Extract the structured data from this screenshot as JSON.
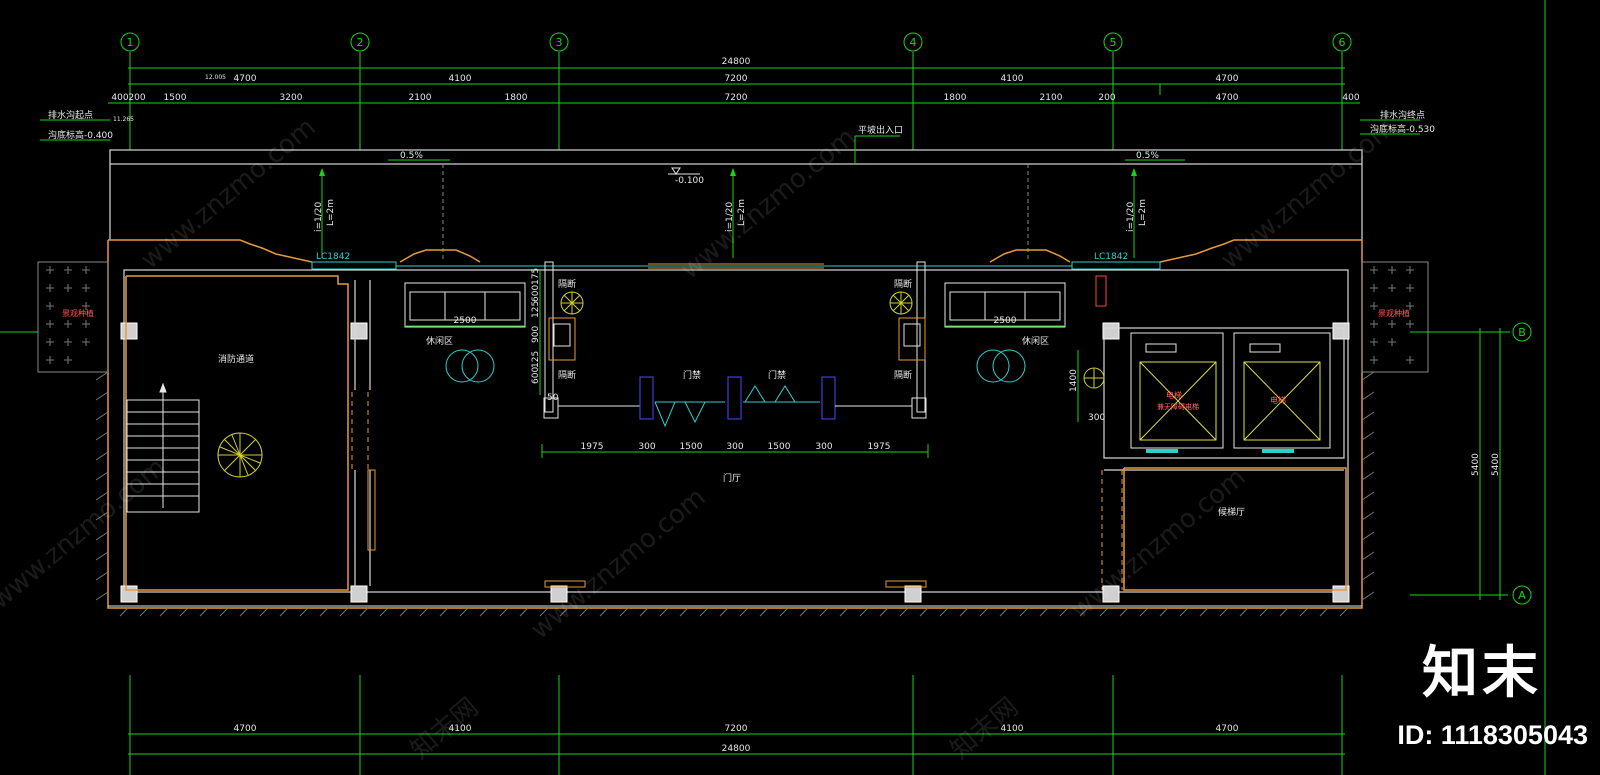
{
  "axes": {
    "top": [
      "1",
      "2",
      "3",
      "4",
      "5",
      "6"
    ],
    "right": [
      "B",
      "A"
    ]
  },
  "dims": {
    "total": "24800",
    "row1": [
      "4700",
      "4100",
      "7200",
      "4100",
      "4700"
    ],
    "row2": [
      "400",
      "200",
      "1500",
      "3200",
      "2100",
      "1800",
      "7200",
      "1800",
      "2100",
      "200",
      "4700",
      "400"
    ],
    "small_note": "12.005",
    "bottom_row": [
      "4700",
      "4100",
      "7200",
      "4100",
      "4700"
    ],
    "bottom_total": "24800",
    "right_span": "5400",
    "entrance_row": [
      "1975",
      "300",
      "1500",
      "300",
      "1500",
      "300",
      "1975"
    ],
    "vertical_left": [
      "175",
      "600",
      "125",
      "900",
      "125",
      "600"
    ],
    "small_50": "50",
    "furniture_width": "2500",
    "elevator_dims": [
      "1400",
      "300"
    ]
  },
  "notes": {
    "drain_left_title": "排水沟起点",
    "drain_left_elev": "沟底标高-0.400",
    "drain_left_small": "11.265",
    "drain_right_title": "排水沟终点",
    "drain_right_elev": "沟底标高-0.530",
    "slope_left": "0.5%",
    "slope_right": "0.5%",
    "slope_ramp": "i=1/20",
    "ramp_length": "L=2m",
    "elev_center": "-0.100",
    "entrance_label": "平坡出入口",
    "window_left": "LC1842",
    "window_right": "LC1842"
  },
  "rooms": {
    "fire_passage": "消防通道",
    "lounge_left": "休闲区",
    "lounge_right": "休闲区",
    "gate1": "门禁",
    "gate2": "门禁",
    "partition": "隔断",
    "hall": "门厅",
    "elevator_hall": "候梯厅",
    "elevator1_label": "电梯",
    "elevator1_sub": "兼无障碍电梯",
    "elevator2_label": "电梯",
    "planter": "景观种植"
  },
  "watermark": {
    "brand": "知末",
    "id": "ID: 1118305043",
    "site": "www.znzmo.com",
    "cn": "知末网"
  },
  "colors": {
    "background": "#000000",
    "dimension": "#18d418",
    "wall": "#e59a3a",
    "fixture": "#2ad0d0"
  }
}
